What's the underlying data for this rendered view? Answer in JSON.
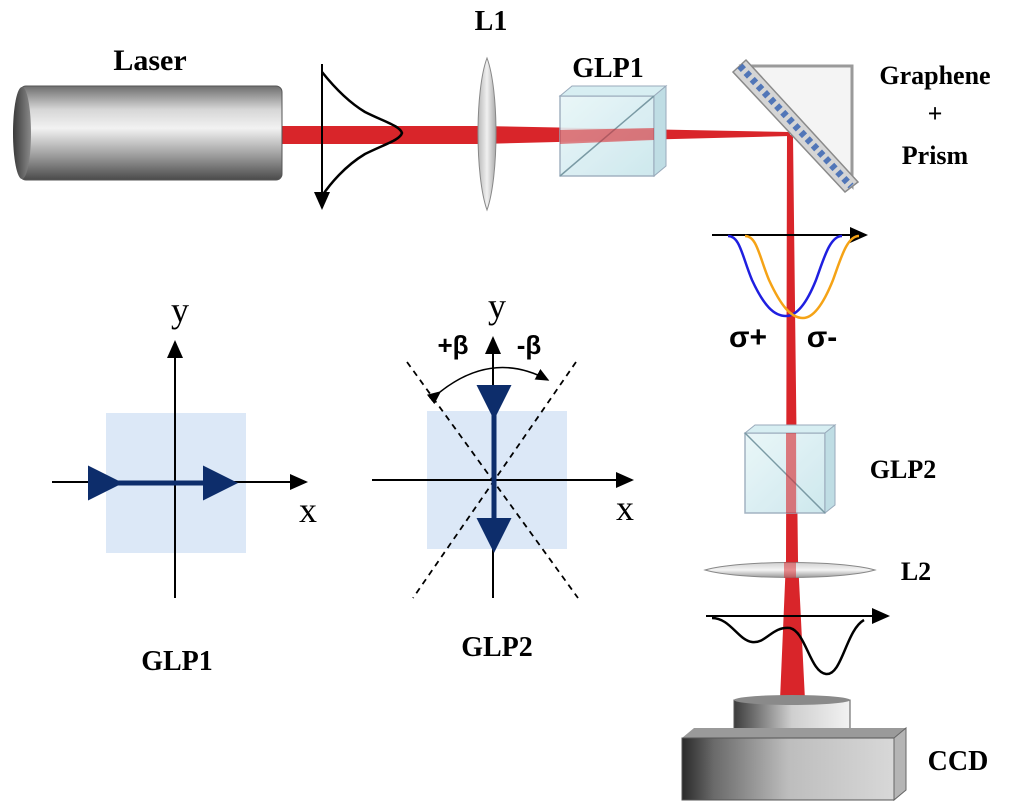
{
  "labels": {
    "laser": "Laser",
    "l1": "L1",
    "glp1_top": "GLP1",
    "graphene": "Graphene",
    "plus": "+",
    "prism": "Prism",
    "sigma_plus": "σ+",
    "sigma_minus": "σ-",
    "glp2_right": "GLP2",
    "l2": "L2",
    "ccd": "CCD",
    "glp1_caption": "GLP1",
    "glp2_caption": "GLP2",
    "y1": "y",
    "x1": "x",
    "y2": "y",
    "x2": "x",
    "plus_beta": "+β",
    "minus_beta": "-β"
  },
  "colors": {
    "beam": "#d9252a",
    "polarizer_box": "#dce8f7",
    "pol_arrow": "#0d2d6b",
    "sigma_plus_curve": "#1f1fe0",
    "sigma_minus_curve": "#f5a316"
  }
}
